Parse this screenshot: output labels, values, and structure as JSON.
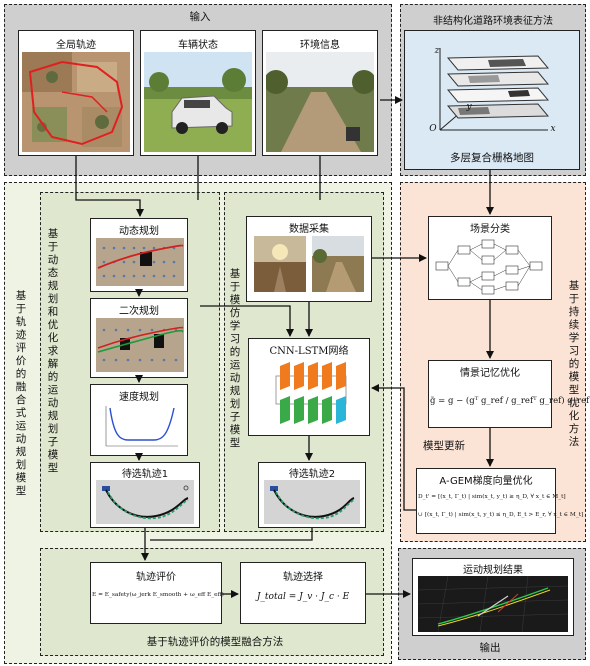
{
  "input_section": {
    "title": "输入",
    "panels": [
      {
        "label": "全局轨迹"
      },
      {
        "label": "车辆状态"
      },
      {
        "label": "环境信息"
      }
    ]
  },
  "env_section": {
    "title": "非结构化道路环境表征方法",
    "map_label": "多层复合栅格地图",
    "axes": {
      "z": "z",
      "y": "y",
      "x": "x",
      "o": "O"
    }
  },
  "left_section": {
    "vertical_label": "基于轨迹评价的融合式运动规划模型"
  },
  "dynamic_section": {
    "vertical_label": "基于动态规划和优化求解的运动规划子模型",
    "boxes": {
      "dp": "动态规划",
      "qp": "二次规划",
      "speed": "速度规划",
      "traj1": "待选轨迹1"
    }
  },
  "imitation_section": {
    "vertical_label": "基于模仿学习的运动规划子模型",
    "data_collect": "数据采集",
    "network": "CNN-LSTM网络",
    "traj2": "待选轨迹2"
  },
  "continual_section": {
    "vertical_label": "基于持续学习的模型优化方法",
    "scene": "场景分类",
    "memory": "情景记忆优化",
    "update": "模型更新",
    "agem": "A-GEM梯度向量优化"
  },
  "fusion_section": {
    "title": "基于轨迹评价的模型融合方法",
    "eval": "轨迹评价",
    "select": "轨迹选择",
    "eval_formula": "E = E_safety(ω_jerk E_smooth + ω_eff E_eff)",
    "select_formula": "J_total = J_v · J_c · E"
  },
  "output_section": {
    "title": "输出",
    "result": "运动规划结果"
  },
  "formulas": {
    "memory": "g̃ = g − (gᵀ g_ref / g_refᵀ g_ref) g_ref",
    "agem_1": "D_t' = [(x_t, Γ_t) | sim(x_t, y_t) ≥ η_D, ∀ x_t ∈ M_t]",
    "agem_2": "∪ [(x_t, Γ_t) | sim(x_t, y_t) ≤ η_D, E_t > E_r, ∀ x_t ∈ M_t]"
  },
  "colors": {
    "gray_panel": "#cfcfcf",
    "green_panel": "#dfe8cf",
    "peach_panel": "#fbe4d6",
    "blue_panel": "#dbe9f5",
    "orange_block": "#f07a1e",
    "green_block": "#3aaa48",
    "cyan_block": "#2bb5d8"
  }
}
